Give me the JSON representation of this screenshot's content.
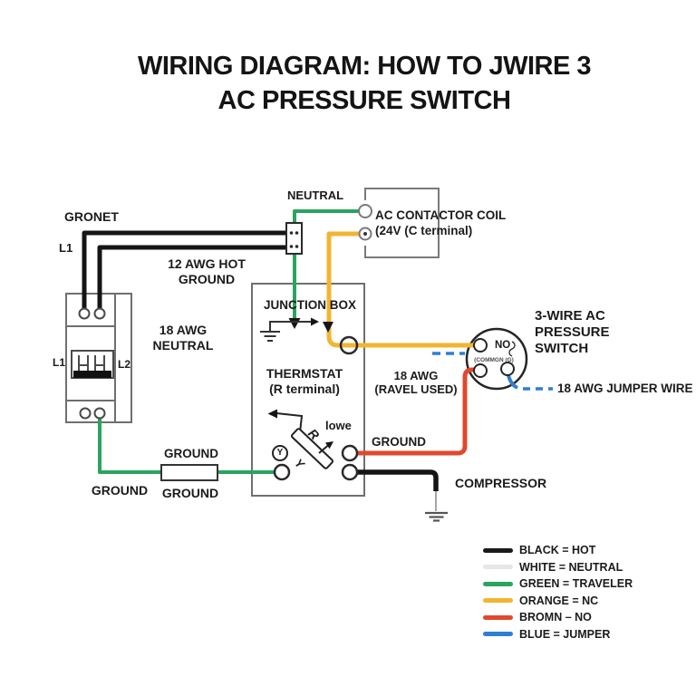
{
  "title": {
    "line1": "WIRING DIAGRAM: HOW TO JWIRE 3",
    "line2": "AC PRESSURE SWITCH"
  },
  "colors": {
    "black": "#151515",
    "white": "#e6e6e6",
    "green": "#2aa45e",
    "orange": "#f2b530",
    "red": "#e0492e",
    "blue": "#2f7fd0",
    "outline": "#6f6f6f"
  },
  "breaker": {
    "label_feed": "GRONET",
    "label_l1_top": "L1",
    "label_l1": "L1",
    "label_l2": "L2"
  },
  "contactor": {
    "neutral": "NEUTRAL",
    "name_line1": "AC CONTACTOR COIL",
    "name_line2": "(24V (C terminal)"
  },
  "junction_box": {
    "title": "JUNCTION BOX",
    "thermostat_line1": "THERMSTAT",
    "thermostat_line2": "(R terminal)",
    "lever_r": "R",
    "lever_y": "Y",
    "y_circled": "Y",
    "lower": "lowe"
  },
  "wires": {
    "hot": {
      "line1": "12 AWG HOT",
      "line2": "GROUND"
    },
    "neutral18": {
      "line1": "18 AWG",
      "line2": "NEUTRAL"
    },
    "ground_top": "GROUND",
    "ground_left": "GROUND",
    "ground_bottom": "GROUND",
    "ground_red": "GROUND",
    "ravel": {
      "line1": "18 AWG",
      "line2": "(RAVEL USED)"
    },
    "jumper": "18 AWG JUMPER WIRE",
    "compressor": "COMPRESSOR"
  },
  "pressure_switch": {
    "line1": "3-WIRE AC",
    "line2": "PRESSURE",
    "line3": "SWITCH",
    "no": "NO",
    "common": "(COMMGN (G)"
  },
  "legend": {
    "items": [
      {
        "color": "#1a1a1a",
        "label": "BLACK = HOT"
      },
      {
        "color": "#e6e6e6",
        "label": "WHITE = NEUTRAL"
      },
      {
        "color": "#2aa45e",
        "label": "GREEN = TRAVELER"
      },
      {
        "color": "#f2b530",
        "label": "ORANGE = NC"
      },
      {
        "color": "#e0492e",
        "label": "BROMN – NO"
      },
      {
        "color": "#2f7fd0",
        "label": "BLUE = JUMPER"
      }
    ]
  }
}
